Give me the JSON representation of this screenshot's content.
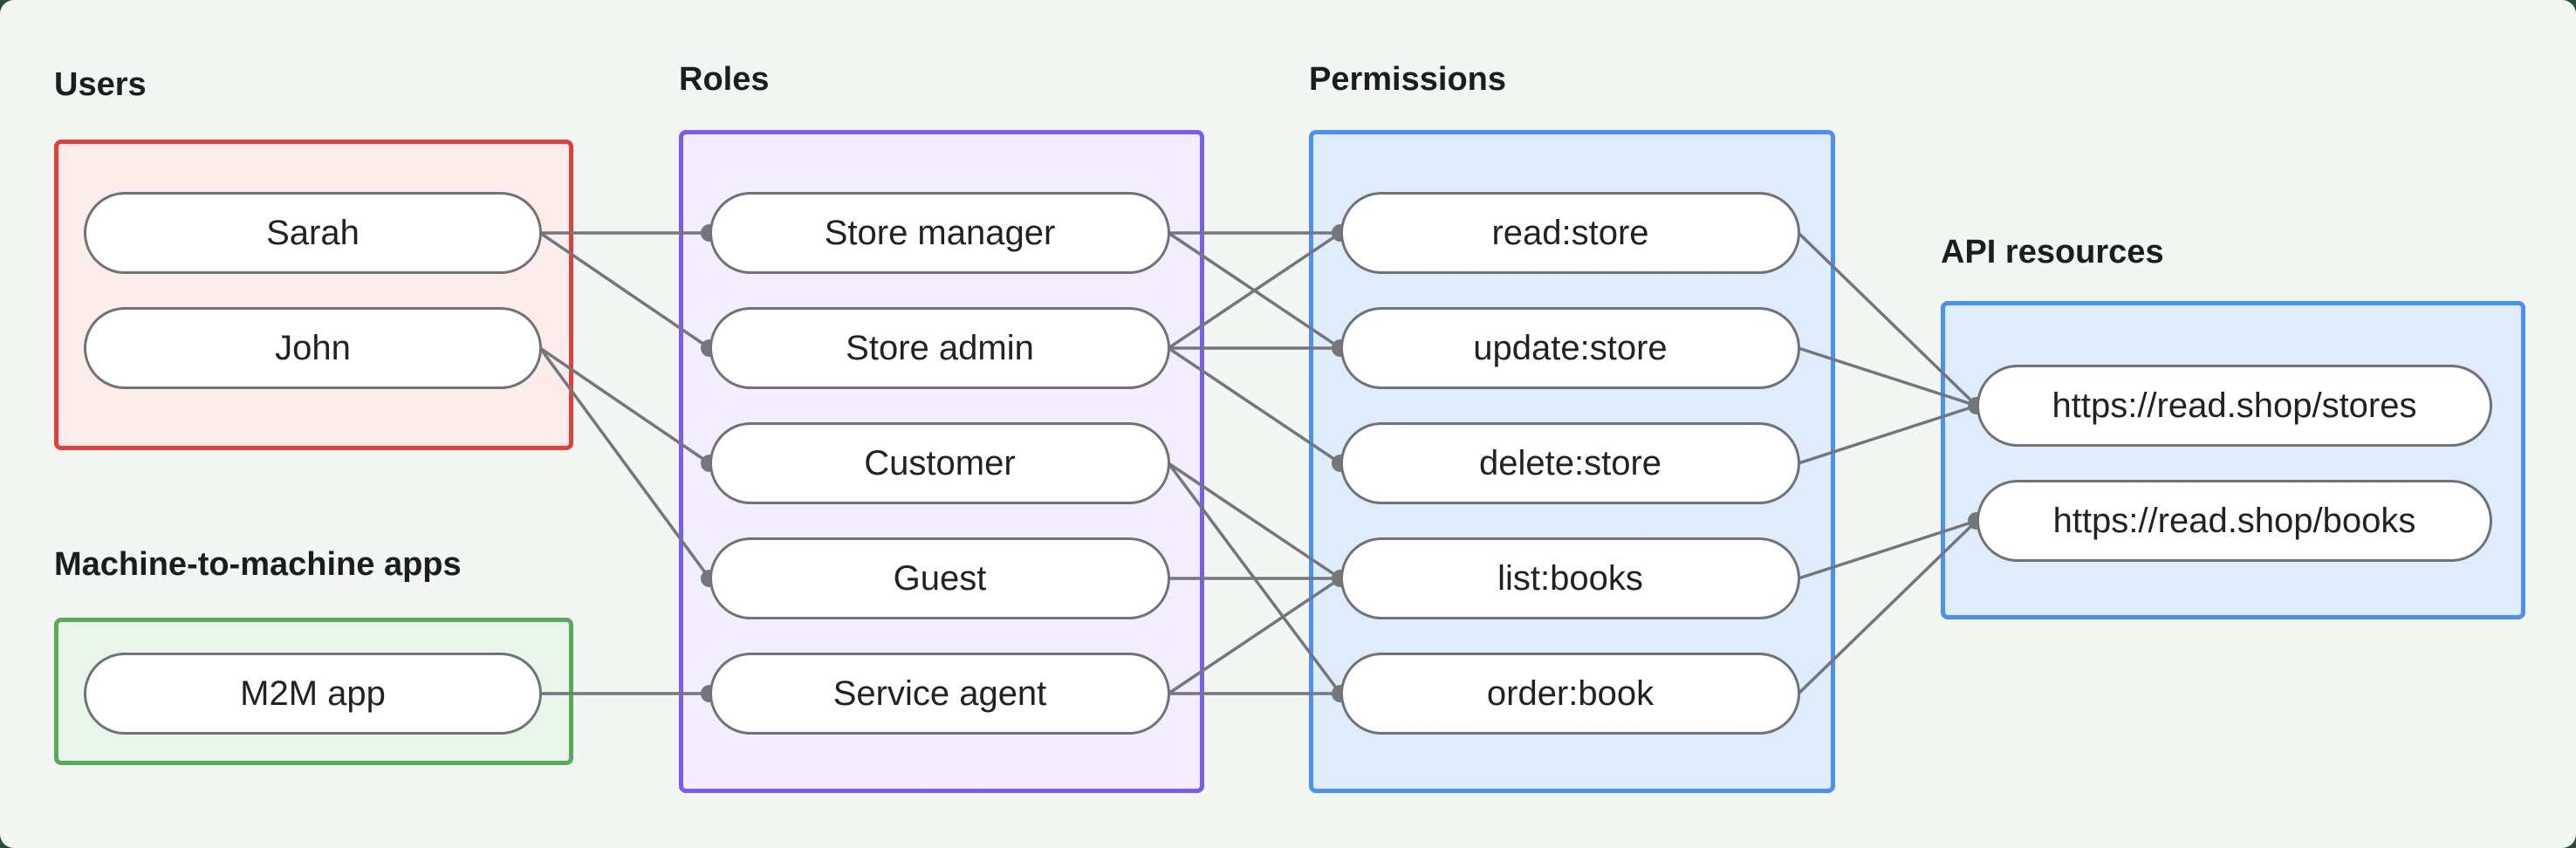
{
  "diagram": {
    "colors": {
      "panel_background": "#f4f6f4",
      "outside_background": "#2e4b3d",
      "edge": "#73777b",
      "dot": "#73777b",
      "pill_border": "#6f7377",
      "pill_background": "#ffffff",
      "label_text": "#1b1d1f",
      "pill_text": "#202326"
    },
    "sections": {
      "users": {
        "label": "Users",
        "border": "#e23e3c",
        "fill": "#fcecea",
        "items": [
          {
            "id": "sarah",
            "label": "Sarah"
          },
          {
            "id": "john",
            "label": "John"
          }
        ]
      },
      "m2m": {
        "label": "Machine-to-machine apps",
        "border": "#57ac5a",
        "fill": "#e9f5e9",
        "items": [
          {
            "id": "m2m_app",
            "label": "M2M app"
          }
        ]
      },
      "roles": {
        "label": "Roles",
        "border": "#7a5af8",
        "fill": "#f3eefe",
        "items": [
          {
            "id": "store_manager",
            "label": "Store manager"
          },
          {
            "id": "store_admin",
            "label": "Store admin"
          },
          {
            "id": "customer",
            "label": "Customer"
          },
          {
            "id": "guest",
            "label": "Guest"
          },
          {
            "id": "service_agent",
            "label": "Service agent"
          }
        ]
      },
      "permissions": {
        "label": "Permissions",
        "border": "#4b90f6",
        "fill": "#dfecfc",
        "items": [
          {
            "id": "read_store",
            "label": "read:store"
          },
          {
            "id": "update_store",
            "label": "update:store"
          },
          {
            "id": "delete_store",
            "label": "delete:store"
          },
          {
            "id": "list_books",
            "label": "list:books"
          },
          {
            "id": "order_book",
            "label": "order:book"
          }
        ]
      },
      "api_resources": {
        "label": "API resources",
        "border": "#4b90f6",
        "fill": "#dfecfc",
        "items": [
          {
            "id": "stores",
            "label": "https://read.shop/stores"
          },
          {
            "id": "books",
            "label": "https://read.shop/books"
          }
        ]
      }
    },
    "edges": [
      {
        "from": "sarah",
        "to": "store_manager"
      },
      {
        "from": "sarah",
        "to": "store_admin"
      },
      {
        "from": "john",
        "to": "customer"
      },
      {
        "from": "john",
        "to": "guest"
      },
      {
        "from": "m2m_app",
        "to": "service_agent"
      },
      {
        "from": "store_manager",
        "to": "read_store"
      },
      {
        "from": "store_manager",
        "to": "update_store"
      },
      {
        "from": "store_admin",
        "to": "read_store"
      },
      {
        "from": "store_admin",
        "to": "update_store"
      },
      {
        "from": "store_admin",
        "to": "delete_store"
      },
      {
        "from": "customer",
        "to": "list_books"
      },
      {
        "from": "customer",
        "to": "order_book"
      },
      {
        "from": "guest",
        "to": "list_books"
      },
      {
        "from": "service_agent",
        "to": "list_books"
      },
      {
        "from": "service_agent",
        "to": "order_book"
      },
      {
        "from": "read_store",
        "to": "stores"
      },
      {
        "from": "update_store",
        "to": "stores"
      },
      {
        "from": "delete_store",
        "to": "stores"
      },
      {
        "from": "list_books",
        "to": "books"
      },
      {
        "from": "order_book",
        "to": "books"
      }
    ]
  }
}
